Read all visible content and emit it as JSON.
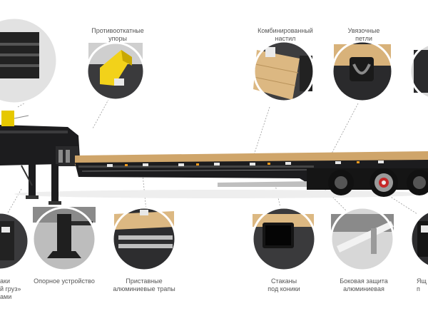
{
  "callouts": [
    {
      "line1": "Противооткатные",
      "line2": "упоры"
    },
    {
      "line1": "Комбинированный",
      "line2": "настил"
    },
    {
      "line1": "Увязочные",
      "line2": "петли"
    },
    {
      "line1": "Опорное устройство",
      "line2": ""
    },
    {
      "line1": "Приставные",
      "line2": "алюминиевые трапы"
    },
    {
      "line1": "Стаканы",
      "line2": "под коники"
    },
    {
      "line1": "Боковая защита",
      "line2": "алюминиевая"
    }
  ],
  "cut_labels": [
    {
      "line1": "аки",
      "line2": "й груз»",
      "line3": "ами"
    },
    {
      "line1": "Ящ",
      "line2": "п"
    }
  ],
  "colors": {
    "frame": "#1c1c1e",
    "deck": "#d9b37a",
    "bumper_red": "#c62828",
    "label_text": "#555555"
  }
}
